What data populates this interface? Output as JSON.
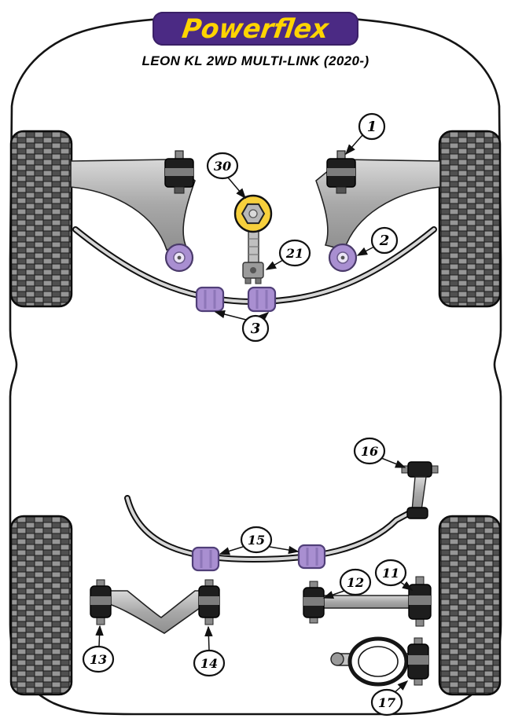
{
  "logo": {
    "brand": "Powerflex"
  },
  "header": {
    "title": "LEON KL 2WD MULTI-LINK (2020-)"
  },
  "callouts": {
    "c1": "1",
    "c2": "2",
    "c3": "3",
    "c30": "30",
    "c21": "21",
    "c16": "16",
    "c15": "15",
    "c12": "12",
    "c11": "11",
    "c13": "13",
    "c14": "14",
    "c17": "17"
  },
  "colors": {
    "brand_purple": "#4B2A84",
    "brand_yellow": "#FFD400",
    "bushing_purple": "#A98FD1",
    "bushing_purple_dark": "#503F78",
    "highlight_yellow": "#F7D03C",
    "outline_black": "#141414"
  }
}
